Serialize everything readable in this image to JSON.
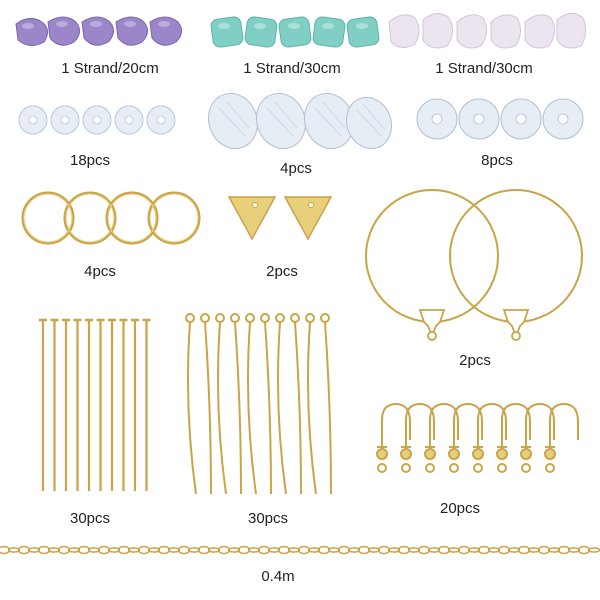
{
  "items": [
    {
      "name": "purple-glass-beads",
      "qty": "1 Strand/20cm"
    },
    {
      "name": "aqua-glass-beads",
      "qty": "1 Strand/30cm"
    },
    {
      "name": "pink-glass-beads",
      "qty": "1 Strand/30cm"
    },
    {
      "name": "clear-rondelle-beads",
      "qty": "18pcs"
    },
    {
      "name": "clear-teardrop-beads",
      "qty": "4pcs"
    },
    {
      "name": "clear-round-beads",
      "qty": "8pcs"
    },
    {
      "name": "linking-rings",
      "qty": "4pcs"
    },
    {
      "name": "triangle-charms",
      "qty": "2pcs"
    },
    {
      "name": "hoop-earrings",
      "qty": "2pcs"
    },
    {
      "name": "head-pins",
      "qty": "30pcs"
    },
    {
      "name": "eye-pins",
      "qty": "30pcs"
    },
    {
      "name": "earring-hooks",
      "qty": "20pcs"
    },
    {
      "name": "chain",
      "qty": "0.4m"
    }
  ],
  "colors": {
    "gold": "#c9a448",
    "gold_light": "#e8cf7a",
    "purple": "#9a86c9",
    "aqua": "#7fcfc5",
    "pink": "#ece4ee",
    "clear": "#e7edf5"
  }
}
